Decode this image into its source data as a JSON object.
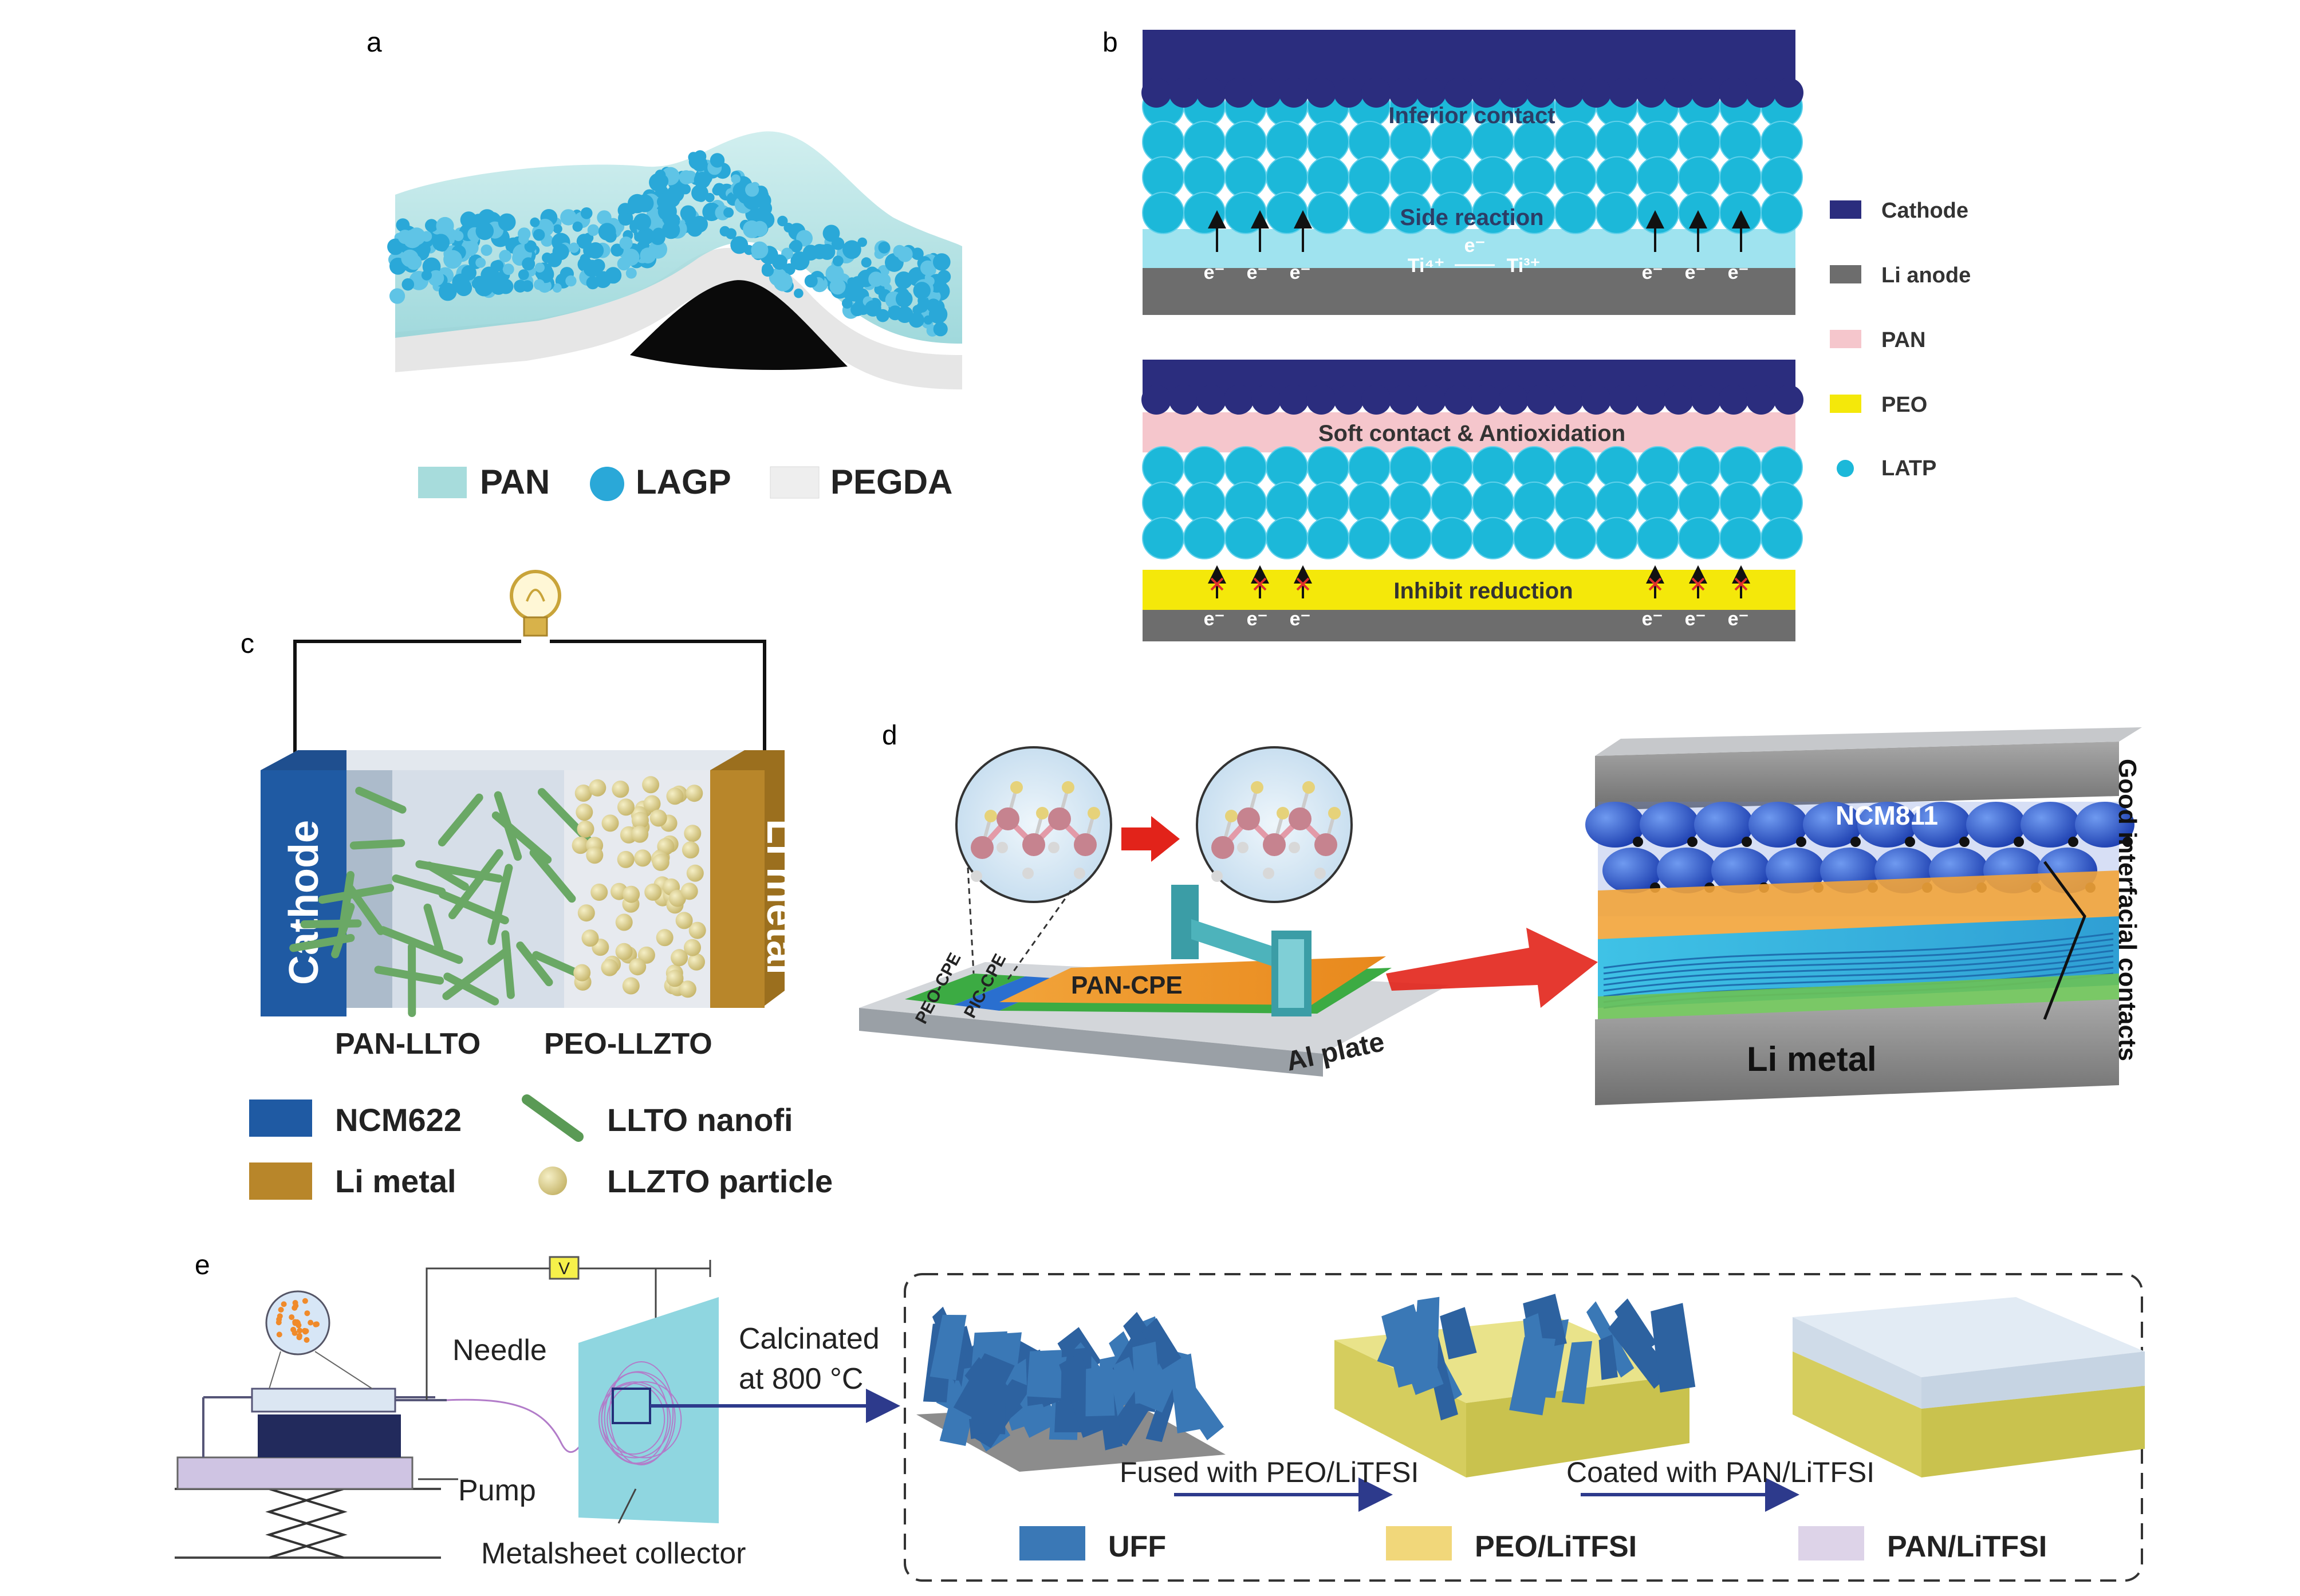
{
  "panels": {
    "a": {
      "label": "a",
      "legend": [
        "PAN",
        "LAGP",
        "PEGDA"
      ],
      "colors": {
        "pan": "#a7dcdc",
        "lagp": "#2aa8d8",
        "pegda": "#eeeeee"
      }
    },
    "b": {
      "label": "b",
      "top": {
        "inferior": "Inferior contact",
        "side": "Side reaction",
        "e_mid": "e⁻",
        "ti4": "Ti⁴⁺",
        "ti3": "Ti³⁺",
        "electron": "e⁻"
      },
      "bottom": {
        "soft": "Soft contact & Antioxidation",
        "inhibit": "Inhibit reduction",
        "electron": "e⁻"
      },
      "legend": [
        "Cathode",
        "Li anode",
        "PAN",
        "PEO",
        "LATP"
      ],
      "colors": {
        "cathode": "#2b2d7e",
        "anode": "#6d6d6d",
        "pan": "#f5c6cc",
        "peo": "#f4e80a",
        "latp": "#1cb8d9"
      }
    },
    "c": {
      "label": "c",
      "cathode": "Cathode",
      "li_metal": "Li metal",
      "pan_llto": "PAN-LLTO",
      "peo_llzto": "PEO-LLZTO",
      "legend": [
        "NCM622",
        "Li metal",
        "LLTO nanofi",
        "LLZTO particle"
      ],
      "colors": {
        "ncm622": "#1f5aa3",
        "li": "#b8862a",
        "llto": "#5a9a55",
        "llzto": "#d9cc7c"
      }
    },
    "d": {
      "label": "d",
      "pan_cpe": "PAN-CPE",
      "pic_cpe": "PIC-CPE",
      "peo_cpe": "PEO-CPE",
      "al_plate": "Al plate",
      "ncm811": "NCM811",
      "li_metal": "Li metal",
      "good_contacts": "Good interfacial contacts"
    },
    "e": {
      "label": "e",
      "needle": "Needle",
      "pump": "Pump",
      "collector": "Metalsheet collector",
      "calcinated_1": "Calcinated",
      "calcinated_2": "at 800 °C",
      "voltage": "V",
      "fused": "Fused with PEO/LiTFSI",
      "coated": "Coated with PAN/LiTFSI",
      "legend": [
        "UFF",
        "PEO/LiTFSI",
        "PAN/LiTFSI"
      ],
      "colors": {
        "uff": "#3a78b6",
        "peo": "#f1d77a",
        "pan": "#ddd3e8"
      }
    }
  }
}
